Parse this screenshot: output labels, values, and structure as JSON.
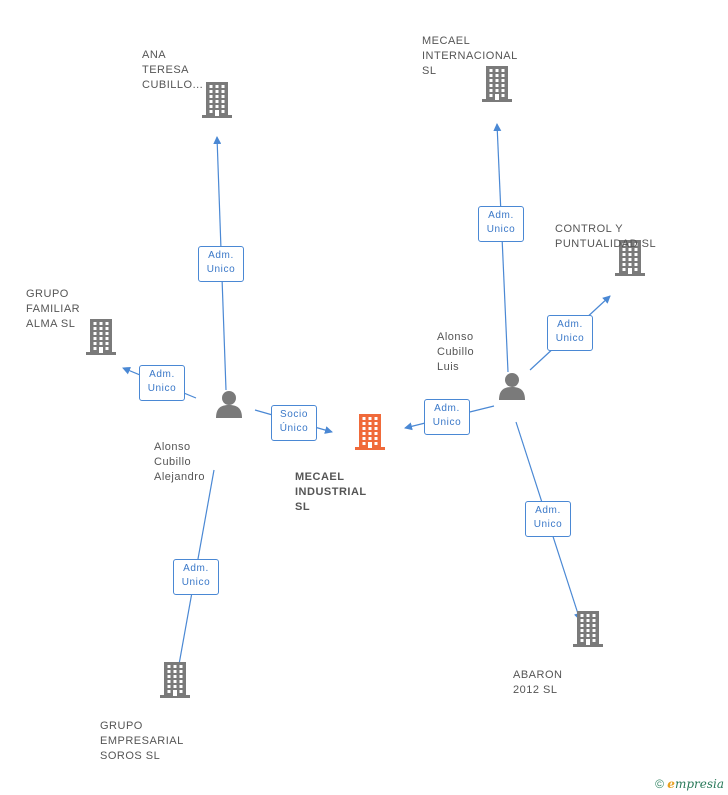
{
  "nodes": [
    {
      "id": "mecael-industrial",
      "kind": "company",
      "main": true,
      "label": [
        "MECAEL",
        "INDUSTRIAL",
        "SL"
      ]
    },
    {
      "id": "ana-teresa",
      "kind": "company",
      "label": [
        "ANA",
        "TERESA",
        "CUBILLO..."
      ]
    },
    {
      "id": "mecael-internacional",
      "kind": "company",
      "label": [
        "MECAEL",
        "INTERNACIONAL",
        "SL"
      ]
    },
    {
      "id": "control-puntualidad",
      "kind": "company",
      "label": [
        "CONTROL Y",
        "PUNTUALIDAD SL"
      ]
    },
    {
      "id": "grupo-familiar",
      "kind": "company",
      "label": [
        "GRUPO",
        "FAMILIAR",
        "ALMA SL"
      ]
    },
    {
      "id": "grupo-empresarial",
      "kind": "company",
      "label": [
        "GRUPO",
        "EMPRESARIAL",
        "SOROS SL"
      ]
    },
    {
      "id": "abaron",
      "kind": "company",
      "label": [
        "ABARON",
        "2012 SL"
      ]
    },
    {
      "id": "alonso-alejandro",
      "kind": "person",
      "label": [
        "Alonso",
        "Cubillo",
        "Alejandro"
      ]
    },
    {
      "id": "alonso-luis",
      "kind": "person",
      "label": [
        "Alonso",
        "Cubillo",
        "Luis"
      ]
    }
  ],
  "edges": [
    {
      "from": "alonso-alejandro",
      "to": "ana-teresa",
      "label": [
        "Adm.",
        "Unico"
      ]
    },
    {
      "from": "alonso-alejandro",
      "to": "grupo-familiar",
      "label": [
        "Adm.",
        "Unico"
      ]
    },
    {
      "from": "alonso-alejandro",
      "to": "mecael-industrial",
      "label": [
        "Socio",
        "Único"
      ]
    },
    {
      "from": "alonso-alejandro",
      "to": "grupo-empresarial",
      "label": [
        "Adm.",
        "Unico"
      ]
    },
    {
      "from": "alonso-luis",
      "to": "mecael-internacional",
      "label": [
        "Adm.",
        "Unico"
      ]
    },
    {
      "from": "alonso-luis",
      "to": "control-puntualidad",
      "label": [
        "Adm.",
        "Unico"
      ]
    },
    {
      "from": "alonso-luis",
      "to": "mecael-industrial",
      "label": [
        "Adm.",
        "Unico"
      ]
    },
    {
      "from": "alonso-luis",
      "to": "abaron",
      "label": [
        "Adm.",
        "Unico"
      ]
    }
  ],
  "colors": {
    "company": "#7a7a7a",
    "main_company": "#f06a3a",
    "person": "#7a7a7a",
    "edge": "#4a88d4"
  },
  "icons": {
    "company": "building-icon",
    "person": "person-icon"
  },
  "footer": {
    "copyright": "©",
    "brand_e": "e",
    "brand_rest": "mpresia"
  }
}
